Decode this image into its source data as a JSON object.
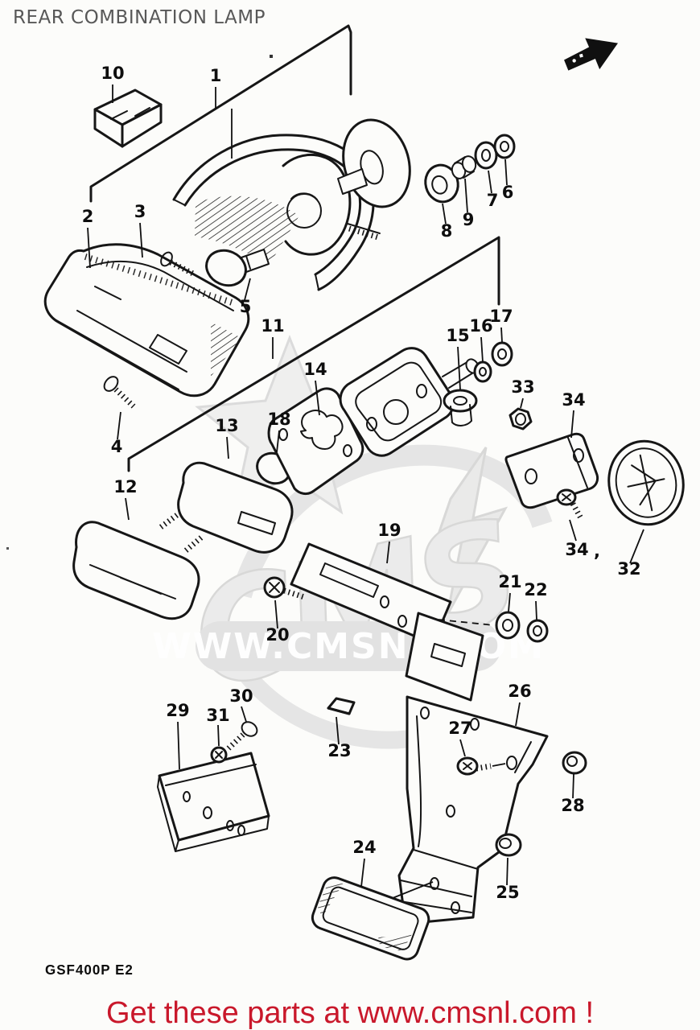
{
  "page": {
    "title": "REAR COMBINATION LAMP",
    "model_code": "GSF400P E2",
    "footer_text": "Get these parts at www.cmsnl.com !",
    "watermark": {
      "banner_text": "WWW.CMSNL.COM",
      "logo_text": "CMS"
    },
    "icons": {
      "direction_arrow": "front-arrow-icon"
    },
    "colors": {
      "title": "#585858",
      "footer_red": "#c9182b",
      "line_art": "#161616",
      "watermark_gray": "#dedede",
      "background": "#fcfcfa"
    }
  },
  "diagram": {
    "labels": {
      "n1": "1",
      "n2": "2",
      "n3": "3",
      "n4": "4",
      "n5": "5",
      "n6": "6",
      "n7": "7",
      "n8": "8",
      "n9": "9",
      "n10": "10",
      "n11": "11",
      "n12": "12",
      "n13": "13",
      "n14": "14",
      "n15": "15",
      "n16": "16",
      "n17": "17",
      "n18": "18",
      "n19": "19",
      "n20": "20",
      "n21": "21",
      "n22": "22",
      "n23": "23",
      "n24": "24",
      "n25": "25",
      "n26": "26",
      "n27": "27",
      "n28": "28",
      "n29": "29",
      "n30": "30",
      "n31": "31",
      "n32": "32",
      "n33": "33",
      "n34a": "34",
      "n34b": "34",
      "comma": ","
    }
  }
}
